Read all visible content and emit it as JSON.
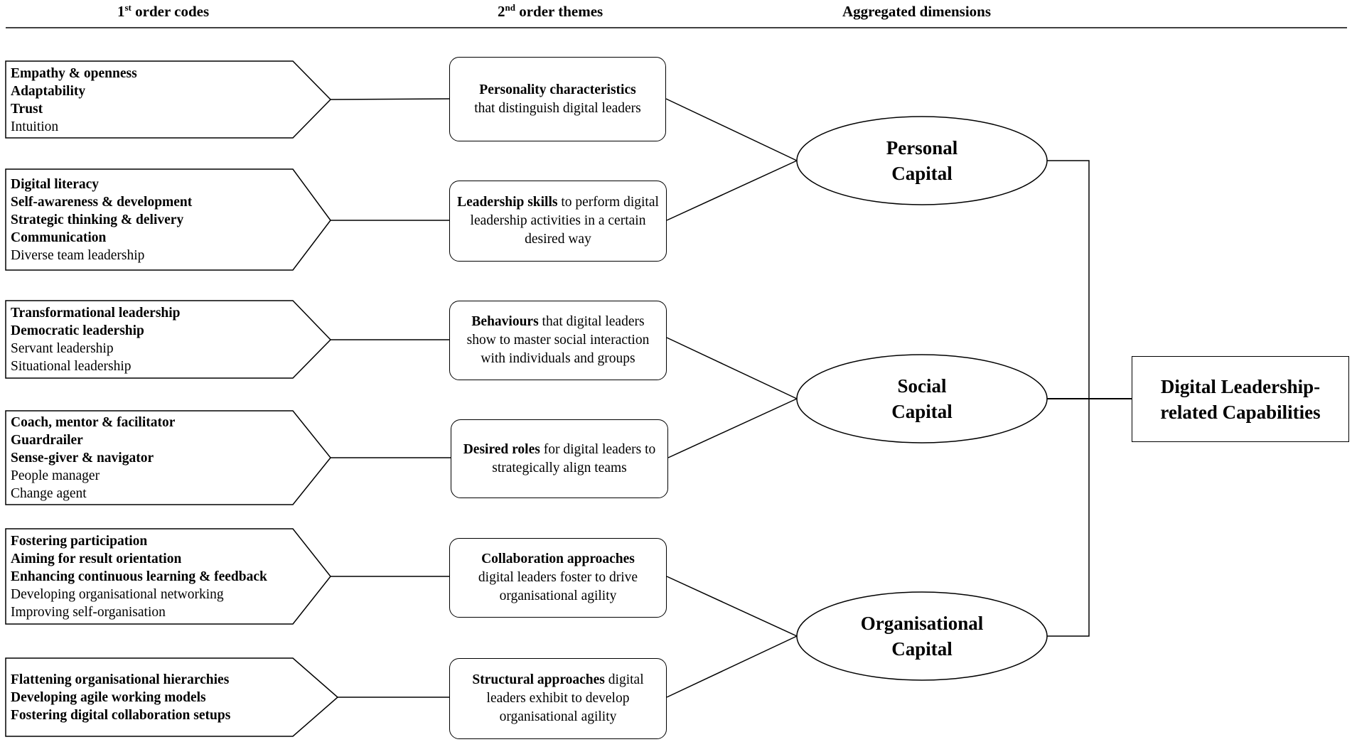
{
  "headers": {
    "col1": {
      "prefix": "1",
      "sup": "st",
      "rest": " order codes"
    },
    "col2": {
      "prefix": "2",
      "sup": "nd",
      "rest": " order themes"
    },
    "col3": "Aggregated dimensions"
  },
  "codes": [
    {
      "items": [
        {
          "text": "Empathy & openness",
          "bold": true
        },
        {
          "text": "Adaptability",
          "bold": true
        },
        {
          "text": "Trust",
          "bold": true
        },
        {
          "text": "Intuition",
          "bold": false
        }
      ]
    },
    {
      "items": [
        {
          "text": "Digital literacy",
          "bold": true
        },
        {
          "text": "Self-awareness & development",
          "bold": true
        },
        {
          "text": "Strategic thinking & delivery",
          "bold": true
        },
        {
          "text": "Communication",
          "bold": true
        },
        {
          "text": "Diverse team leadership",
          "bold": false
        }
      ]
    },
    {
      "items": [
        {
          "text": "Transformational leadership",
          "bold": true
        },
        {
          "text": "Democratic leadership",
          "bold": true
        },
        {
          "text": "Servant leadership",
          "bold": false
        },
        {
          "text": "Situational leadership",
          "bold": false
        }
      ]
    },
    {
      "items": [
        {
          "text": "Coach, mentor & facilitator",
          "bold": true
        },
        {
          "text": "Guardrailer",
          "bold": true
        },
        {
          "text": "Sense-giver & navigator",
          "bold": true
        },
        {
          "text": "People manager",
          "bold": false
        },
        {
          "text": "Change agent",
          "bold": false
        }
      ]
    },
    {
      "items": [
        {
          "text": "Fostering participation",
          "bold": true
        },
        {
          "text": "Aiming for result orientation",
          "bold": true
        },
        {
          "text": "Enhancing continuous learning & feedback",
          "bold": true
        },
        {
          "text": "Developing organisational networking",
          "bold": false
        },
        {
          "text": "Improving self-organisation",
          "bold": false
        }
      ]
    },
    {
      "items": [
        {
          "text": "Flattening organisational hierarchies",
          "bold": true
        },
        {
          "text": "Developing agile working models",
          "bold": true
        },
        {
          "text": "Fostering digital collaboration setups",
          "bold": true
        }
      ]
    }
  ],
  "themes": [
    {
      "bold": "Personality characteristics",
      "rest": "that distinguish digital leaders"
    },
    {
      "bold": "Leadership skills",
      "rest": " to perform digital leadership activities in a certain desired way"
    },
    {
      "bold": "Behaviours",
      "rest": " that digital leaders show to master social interaction with individuals and groups"
    },
    {
      "bold": "Desired roles",
      "rest": " for digital leaders to strategically align teams"
    },
    {
      "bold": "Collaboration approaches",
      "rest": "digital leaders foster to drive organisational agility"
    },
    {
      "bold": "Structural approaches",
      "rest": " digital leaders exhibit to develop organisational agility"
    }
  ],
  "dimensions": [
    {
      "line1": "Personal",
      "line2": "Capital"
    },
    {
      "line1": "Social",
      "line2": "Capital"
    },
    {
      "line1": "Organisational",
      "line2": "Capital"
    }
  ],
  "final": {
    "line1": "Digital Leadership-",
    "line2": "related Capabilities"
  }
}
